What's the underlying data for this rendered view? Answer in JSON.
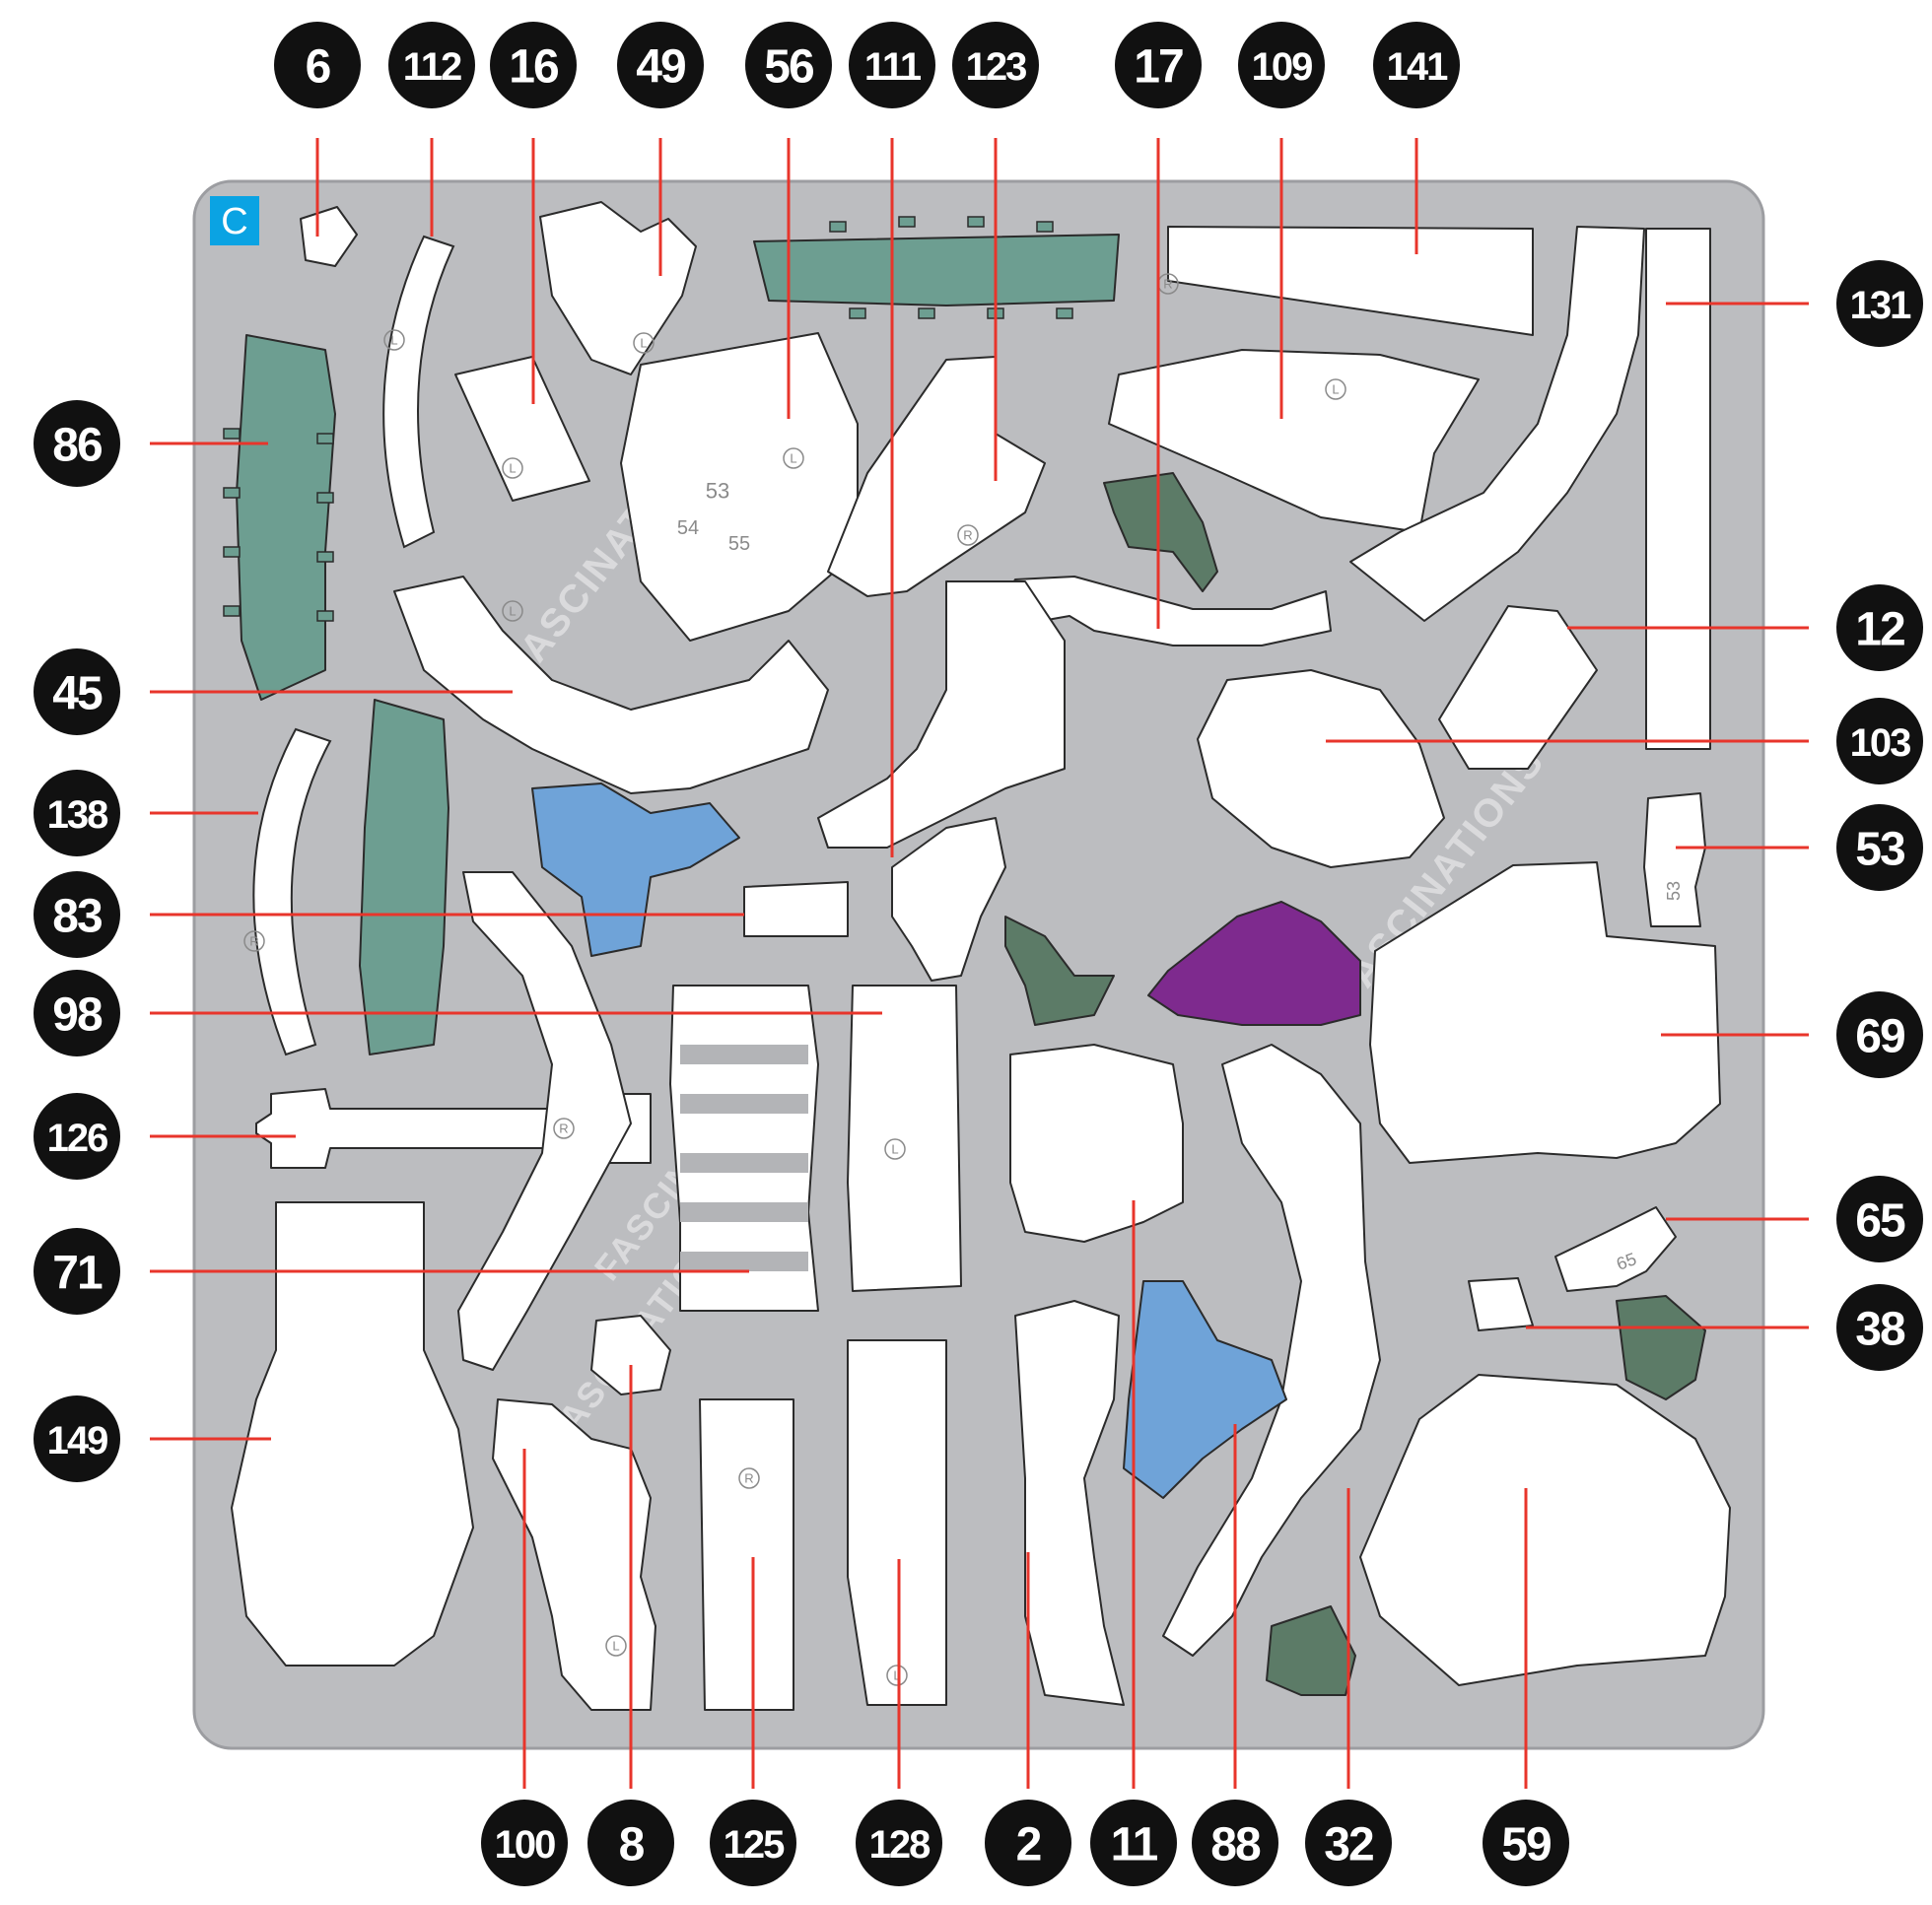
{
  "sheet": {
    "letter": "C",
    "colors": {
      "board": "#bcbdc0",
      "board_edge": "#9c9da1",
      "badge": "#0aa3e3",
      "piece": "#ffffff",
      "piece_outline": "#2b2b2b",
      "teal": "#6d9e91",
      "blue": "#6fa3d8",
      "purple": "#7e2a8e",
      "dark_green": "#5c7b67",
      "leader_line": "#e8352b",
      "callout": "#111111"
    }
  },
  "watermarks": [
    "FASCINATIONS",
    "FASCINATIONS",
    "FASCINATIONS",
    "FASCINATIONS"
  ],
  "callouts": {
    "top": [
      "6",
      "112",
      "16",
      "49",
      "56",
      "111",
      "123",
      "17",
      "109",
      "141"
    ],
    "left": [
      "86",
      "45",
      "138",
      "83",
      "98",
      "126",
      "71",
      "149"
    ],
    "right": [
      "131",
      "12",
      "103",
      "53",
      "69",
      "65",
      "38"
    ],
    "bottom": [
      "100",
      "8",
      "125",
      "128",
      "2",
      "11",
      "88",
      "32",
      "59"
    ]
  },
  "piece_labels": [
    "53",
    "54",
    "55",
    "53",
    "65"
  ],
  "side_marks": {
    "left": "L",
    "right": "R"
  }
}
